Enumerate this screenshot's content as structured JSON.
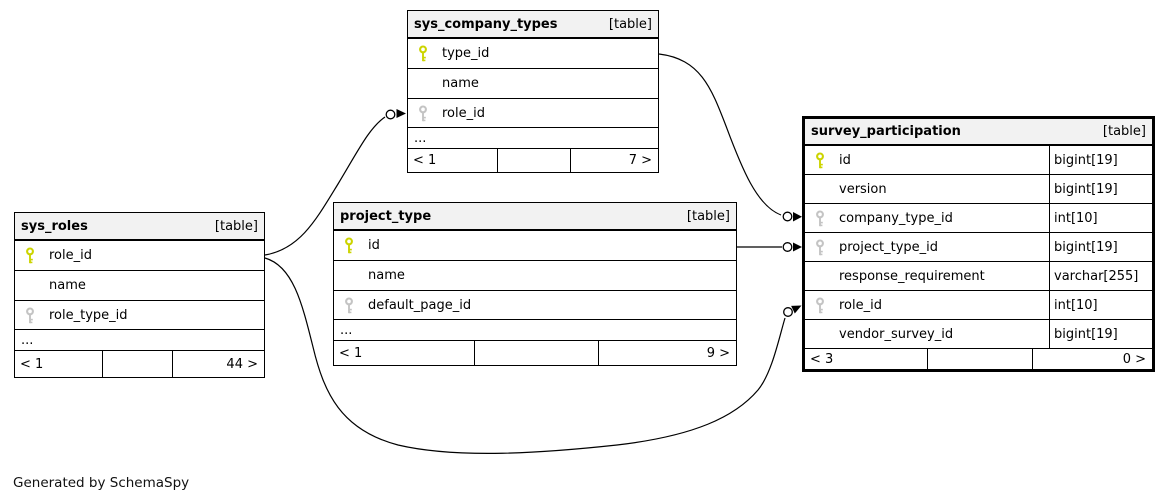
{
  "diagram": {
    "footer_note": "Generated by SchemaSpy"
  },
  "colors": {
    "primary_key": "#ccd400",
    "foreign_key": "#c4c4c4",
    "header_bg": "#f2f2f2",
    "border": "#000000"
  },
  "tables": [
    {
      "name": "sys_company_types",
      "tag": "[table]",
      "columns": [
        {
          "name": "type_id",
          "key": "primary"
        },
        {
          "name": "name",
          "key": "none"
        },
        {
          "name": "role_id",
          "key": "foreign"
        }
      ],
      "ellipsis": "...",
      "footer": {
        "parents": "< 1",
        "children": "7 >"
      }
    },
    {
      "name": "sys_roles",
      "tag": "[table]",
      "columns": [
        {
          "name": "role_id",
          "key": "primary"
        },
        {
          "name": "name",
          "key": "none"
        },
        {
          "name": "role_type_id",
          "key": "foreign"
        }
      ],
      "ellipsis": "...",
      "footer": {
        "parents": "< 1",
        "children": "44 >"
      }
    },
    {
      "name": "project_type",
      "tag": "[table]",
      "columns": [
        {
          "name": "id",
          "key": "primary"
        },
        {
          "name": "name",
          "key": "none"
        },
        {
          "name": "default_page_id",
          "key": "foreign"
        }
      ],
      "ellipsis": "...",
      "footer": {
        "parents": "< 1",
        "children": "9 >"
      }
    },
    {
      "name": "survey_participation",
      "tag": "[table]",
      "columns": [
        {
          "name": "id",
          "key": "primary",
          "type": "bigint[19]"
        },
        {
          "name": "version",
          "key": "none",
          "type": "bigint[19]"
        },
        {
          "name": "company_type_id",
          "key": "foreign",
          "type": "int[10]"
        },
        {
          "name": "project_type_id",
          "key": "foreign",
          "type": "bigint[19]"
        },
        {
          "name": "response_requirement",
          "key": "none",
          "type": "varchar[255]"
        },
        {
          "name": "role_id",
          "key": "foreign",
          "type": "int[10]"
        },
        {
          "name": "vendor_survey_id",
          "key": "none",
          "type": "bigint[19]"
        }
      ],
      "footer": {
        "parents": "< 3",
        "children": "0 >"
      }
    }
  ],
  "relationships": [
    {
      "from": "sys_roles.role_id",
      "to": "sys_company_types.role_id"
    },
    {
      "from": "sys_company_types.type_id",
      "to": "survey_participation.company_type_id"
    },
    {
      "from": "project_type.id",
      "to": "survey_participation.project_type_id"
    },
    {
      "from": "sys_roles.role_id",
      "to": "survey_participation.role_id"
    }
  ]
}
